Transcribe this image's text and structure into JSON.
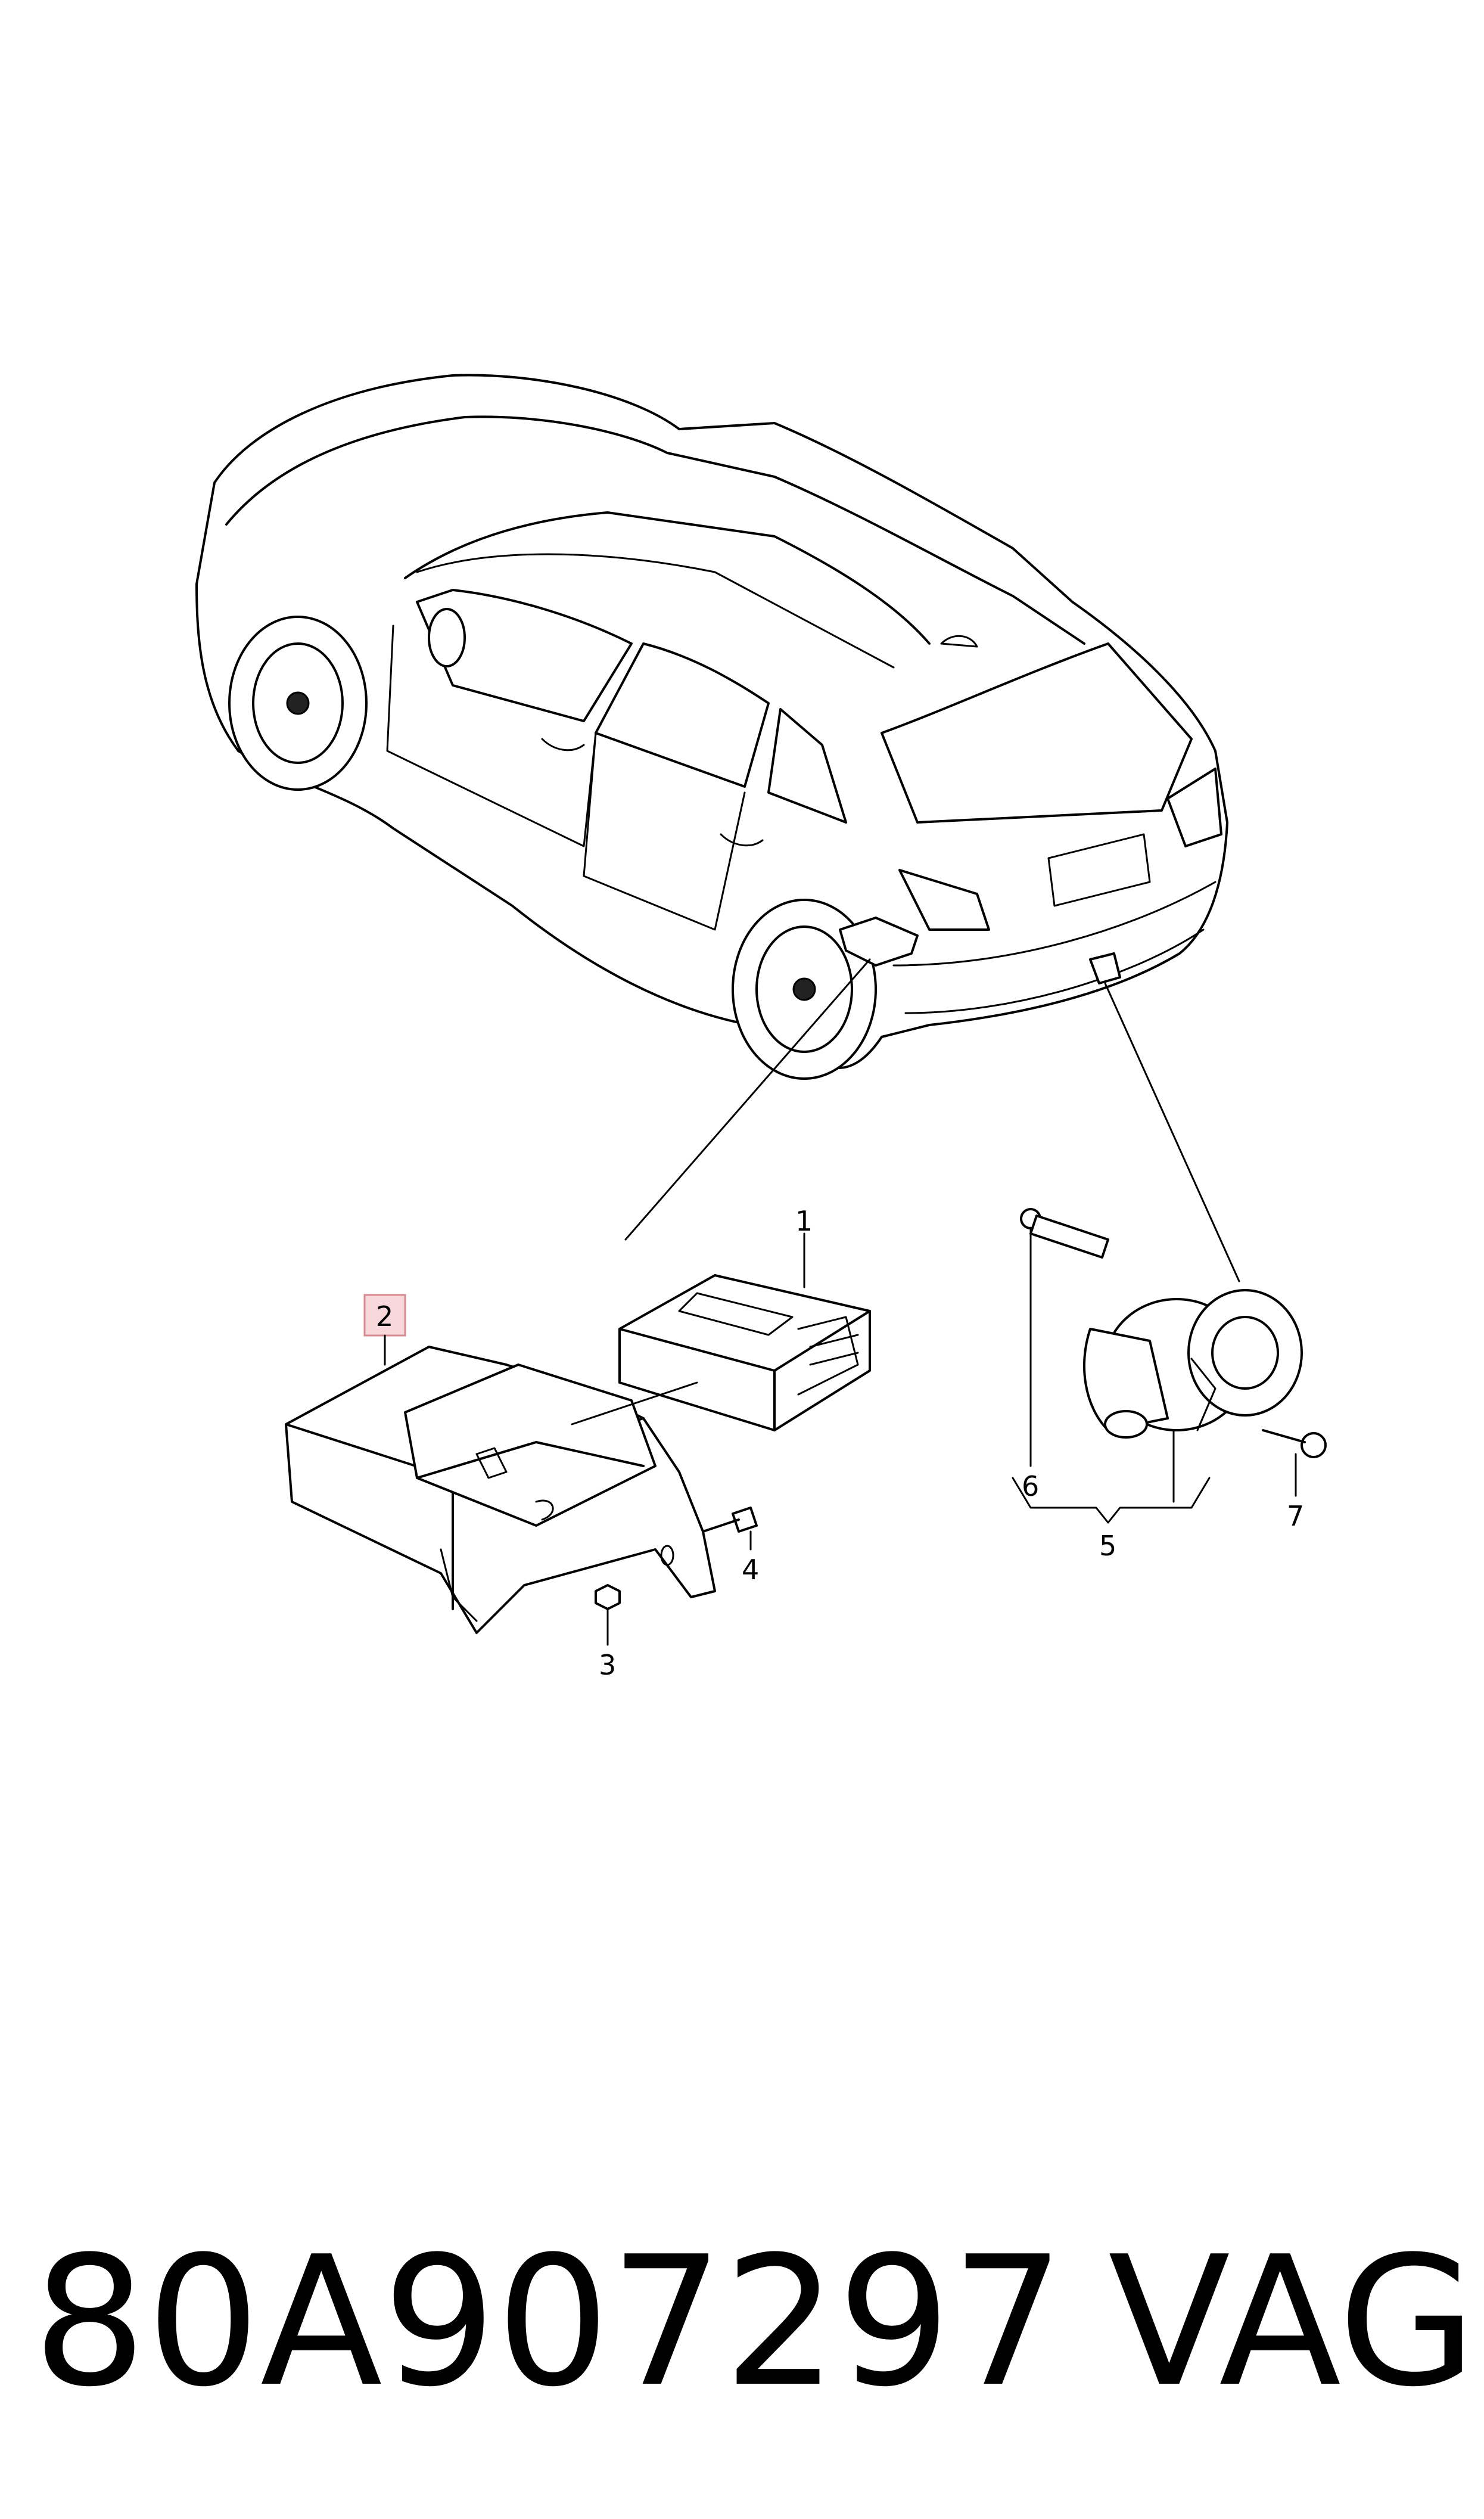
{
  "callouts": [
    {
      "id": "1",
      "label": "1"
    },
    {
      "id": "2",
      "label": "2",
      "highlighted": true
    },
    {
      "id": "3",
      "label": "3"
    },
    {
      "id": "4",
      "label": "4"
    },
    {
      "id": "5",
      "label": "5"
    },
    {
      "id": "6",
      "label": "6"
    },
    {
      "id": "7",
      "label": "7"
    }
  ],
  "footer": {
    "part_number": "80A907297",
    "brand": "VAG"
  },
  "colors": {
    "highlight_fill": "#f7d7d9",
    "highlight_stroke": "#d98a91",
    "line": "#000000"
  },
  "icons": {
    "vehicle": "suv-rear-three-quarter",
    "component_1": "control-unit-module",
    "component_2": "control-unit-with-bracket",
    "component_3": "nut",
    "component_4": "screw",
    "component_5": "trailer-socket-assembly",
    "component_6": "pin",
    "component_7": "screw"
  }
}
